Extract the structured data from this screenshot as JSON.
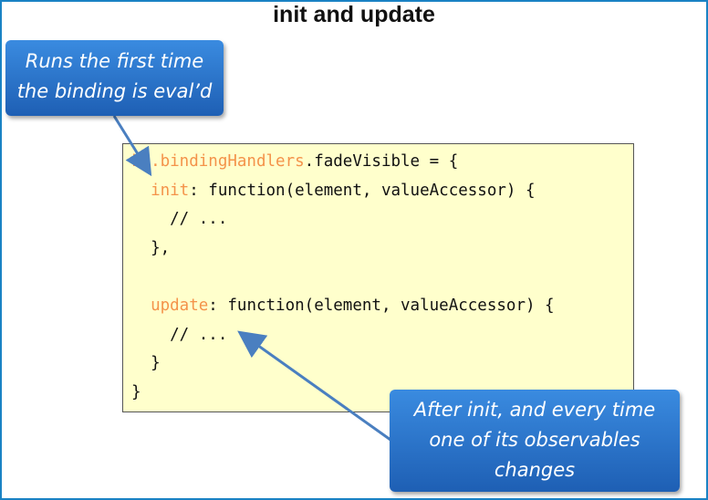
{
  "title": "init and update",
  "code": {
    "l1": {
      "a": "ko.bindingHandlers",
      ".": ".",
      "b": "fadeVisible = {"
    },
    "l2": {
      "indent": "  ",
      "kw": "init",
      "rest": ": function(element, valueAccessor) {"
    },
    "l3": "    // ...",
    "l4": "  },",
    "l5": "",
    "l6": {
      "indent": "  ",
      "kw": "update",
      "rest": ": function(element, valueAccessor) {"
    },
    "l7": "    // ...",
    "l8": "  }",
    "l9": "}"
  },
  "callouts": {
    "init": [
      "Runs the first time",
      "the binding is eval’d"
    ],
    "update": [
      "After init, and every time",
      "one of its observables",
      "changes"
    ]
  },
  "colors": {
    "keyword": "#f4934a",
    "code_bg": "#ffffcc",
    "callout": "#2a74cc",
    "border": "#1a82c4"
  }
}
